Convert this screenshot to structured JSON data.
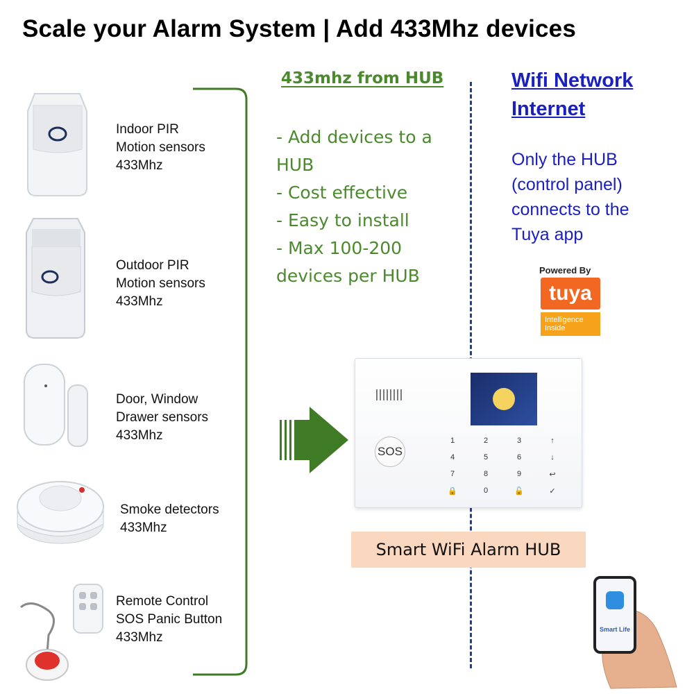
{
  "title": "Scale your Alarm System | Add 433Mhz devices",
  "devices": [
    {
      "label": "Indoor PIR\nMotion sensors\n433Mhz"
    },
    {
      "label": "Outdoor PIR\nMotion sensors\n433Mhz"
    },
    {
      "label": "Door, Window\nDrawer sensors\n433Mhz"
    },
    {
      "label": "Smoke detectors\n433Mhz"
    },
    {
      "label": "Remote Control\nSOS Panic Button\n433Mhz"
    }
  ],
  "hub_section": {
    "heading": "433mhz from HUB",
    "points": [
      "- Add devices to a",
      "HUB",
      "- Cost effective",
      "- Easy to install",
      "- Max 100-200",
      "devices per HUB"
    ]
  },
  "network_section": {
    "heading": "Wifi Network\nInternet",
    "text": "Only the HUB\n(control panel)\nconnects to the\nTuya app"
  },
  "tuya": {
    "powered_by": "Powered By",
    "logo": "tuya",
    "tagline": "Intelligence\nInside"
  },
  "hub": {
    "label": "Smart WiFi Alarm HUB",
    "sos": "SOS",
    "keys": [
      "1",
      "2",
      "3",
      "↑",
      "4",
      "5",
      "6",
      "↓",
      "7",
      "8",
      "9",
      "↩",
      "🔒",
      "0",
      "🔓",
      "✓"
    ]
  },
  "phone": {
    "app_name": "Smart Life"
  },
  "colors": {
    "green": "#4b8a2c",
    "blue": "#1a1fbf",
    "hub_label_bg": "#fad7bf",
    "tuya_orange": "#f26722"
  }
}
